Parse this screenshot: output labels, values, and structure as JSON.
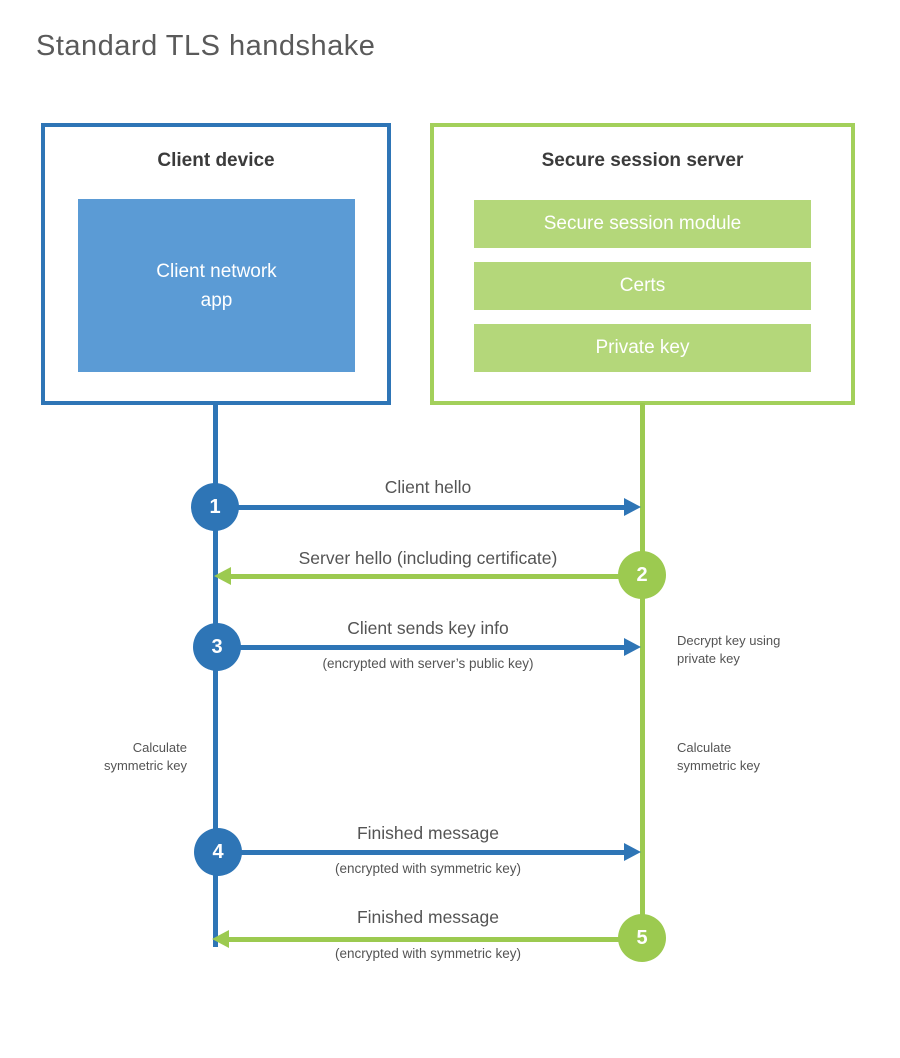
{
  "title": "Standard TLS handshake",
  "client": {
    "title": "Client device",
    "app_label": "Client network\napp"
  },
  "server": {
    "title": "Secure session server",
    "modules": [
      {
        "label": "Secure session module"
      },
      {
        "label": "Certs"
      },
      {
        "label": "Private key"
      }
    ]
  },
  "steps": [
    {
      "num": "1",
      "actor": "client",
      "direction": "right",
      "label": "Client hello",
      "sublabel": ""
    },
    {
      "num": "2",
      "actor": "server",
      "direction": "left",
      "label": "Server hello (including certificate)",
      "sublabel": ""
    },
    {
      "num": "3",
      "actor": "client",
      "direction": "right",
      "label": "Client sends key info",
      "sublabel": "(encrypted with server’s public key)"
    },
    {
      "num": "4",
      "actor": "client",
      "direction": "right",
      "label": "Finished message",
      "sublabel": "(encrypted with symmetric key)"
    },
    {
      "num": "5",
      "actor": "server",
      "direction": "left",
      "label": "Finished message",
      "sublabel": "(encrypted with symmetric key)"
    }
  ],
  "notes": {
    "decrypt": "Decrypt key using\nprivate key",
    "calc_left": "Calculate\nsymmetric key",
    "calc_right": "Calculate\nsymmetric key"
  },
  "colors": {
    "client_blue": "#2e75b6",
    "client_fill_blue": "#5b9bd5",
    "server_green": "#9cca50",
    "server_border_green": "#a3d05b",
    "server_fill_green": "#b4d77a",
    "label_gray": "#545454",
    "heading_gray": "#3b3b3b"
  }
}
